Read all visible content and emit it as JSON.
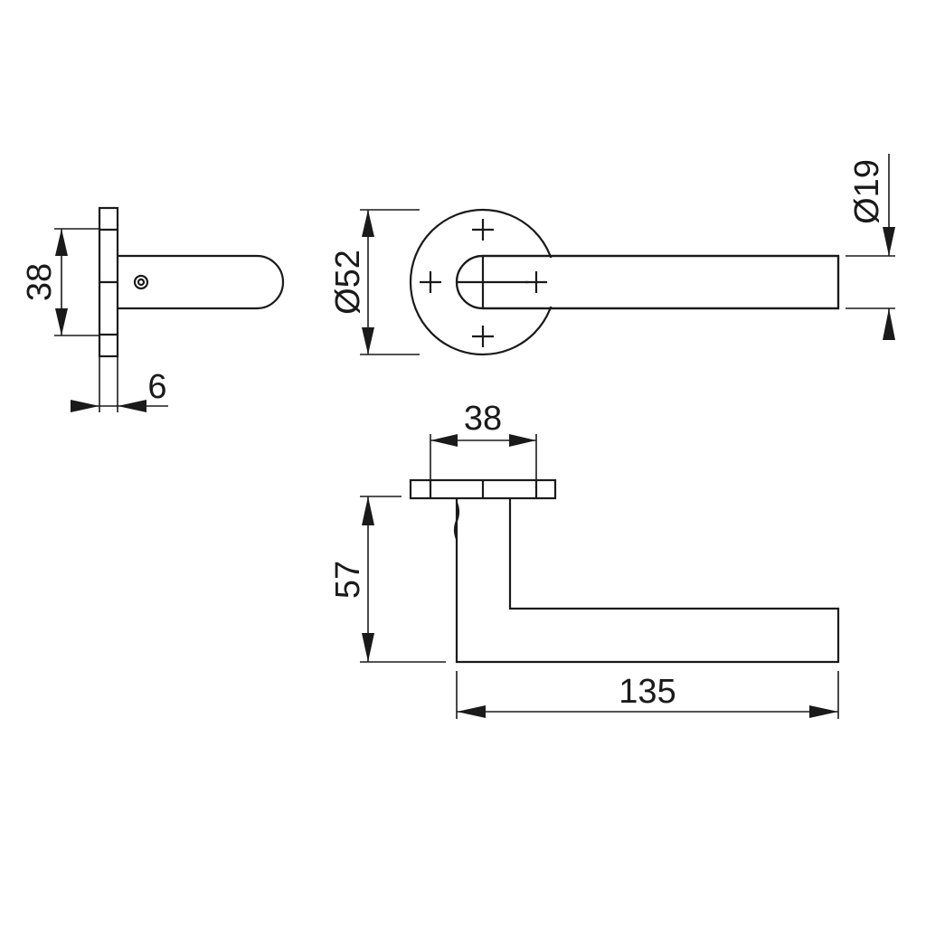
{
  "dimensions": {
    "side_rose_height": "38",
    "rose_thickness": "6",
    "rose_diameter": "Ø52",
    "lever_diameter": "Ø19",
    "rose_width": "38",
    "lever_height": "57",
    "lever_length": "135"
  }
}
